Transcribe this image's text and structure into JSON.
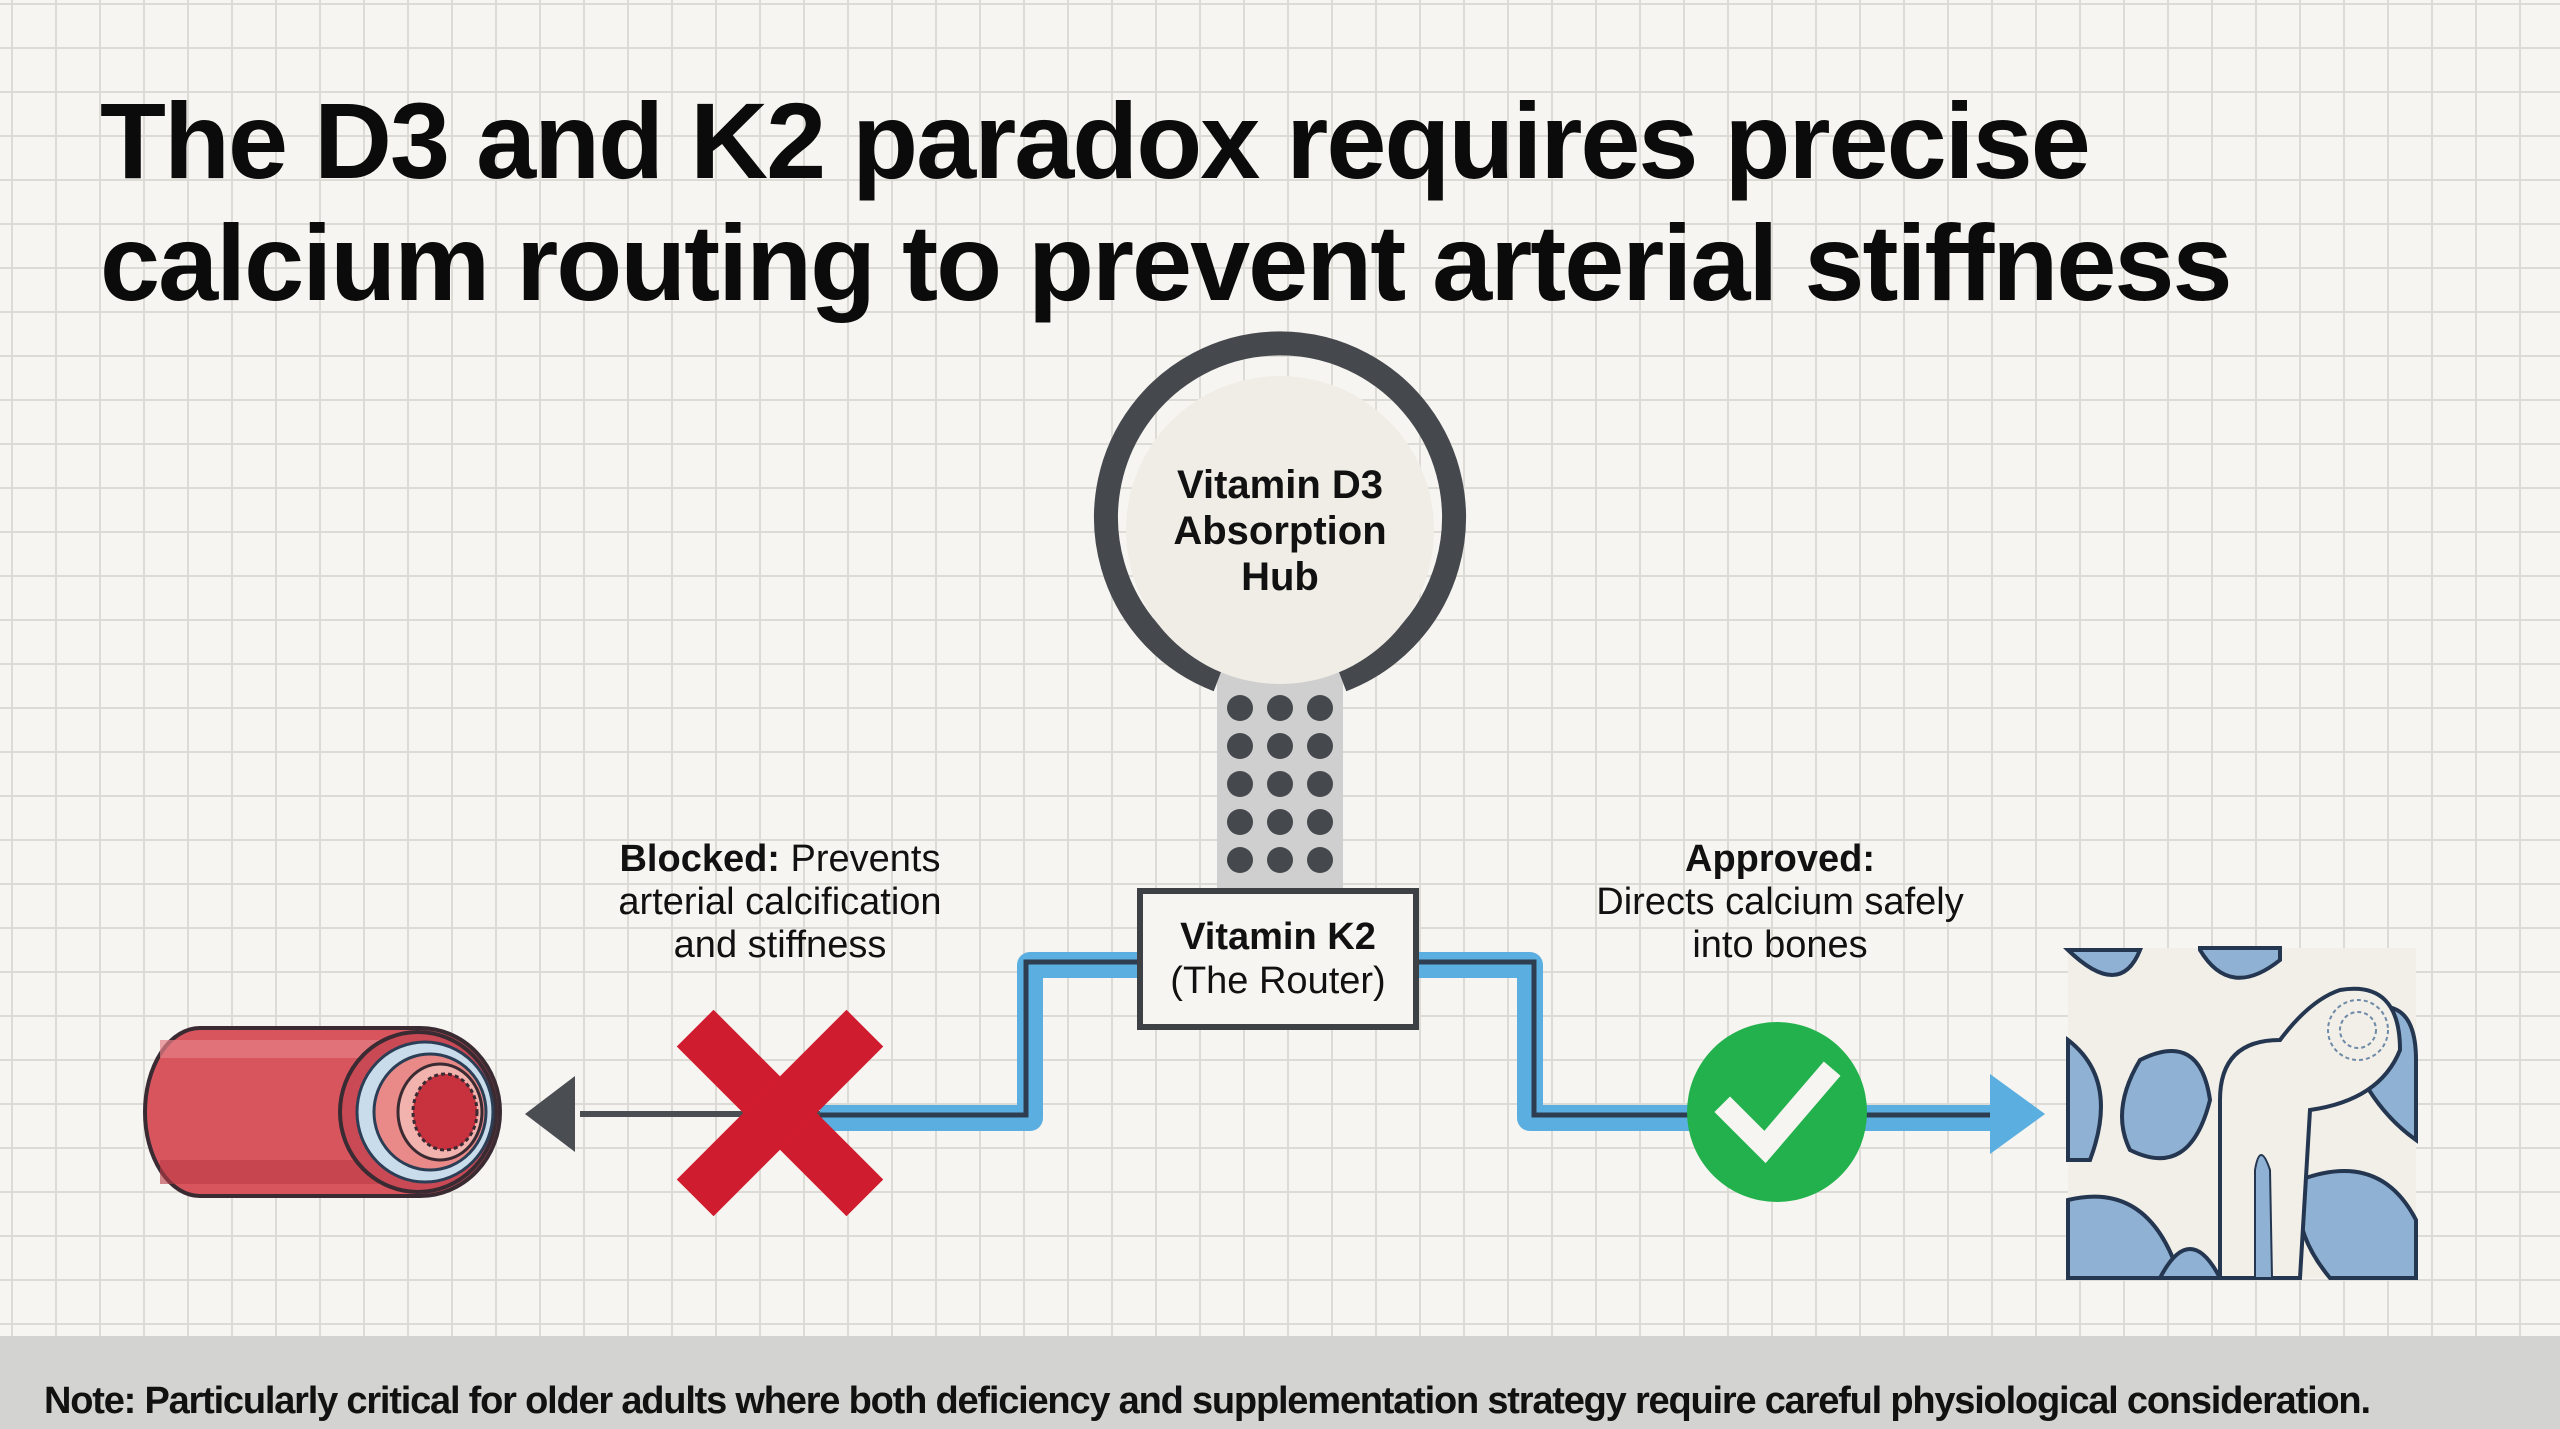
{
  "title": {
    "line1": "The D3 and K2 paradox requires precise",
    "line2": "calcium routing to prevent arterial stiffness"
  },
  "hub": {
    "line1": "Vitamin D3",
    "line2": "Absorption",
    "line3": "Hub",
    "ring_color": "#45484d",
    "fill_color": "#efede5"
  },
  "router": {
    "title": "Vitamin K2",
    "subtitle": "(The Router)"
  },
  "blocked": {
    "heading": "Blocked:",
    "text_line1": "Prevents",
    "text_line2": "arterial calcification",
    "text_line3": "and stiffness",
    "icon": "x-mark-icon",
    "color": "#d01c2f"
  },
  "approved": {
    "heading": "Approved:",
    "text_line1": "Directs calcium safely",
    "text_line2": "into bones",
    "icon": "checkmark-icon",
    "color": "#22b14c"
  },
  "flow": {
    "path_color": "#5aaee0",
    "core_color": "#2e3d4f",
    "left_target": "artery-illustration",
    "right_target": "bone-illustration"
  },
  "footer": {
    "note": "Note: Particularly critical for older adults where both deficiency and supplementation strategy require careful physiological consideration."
  }
}
